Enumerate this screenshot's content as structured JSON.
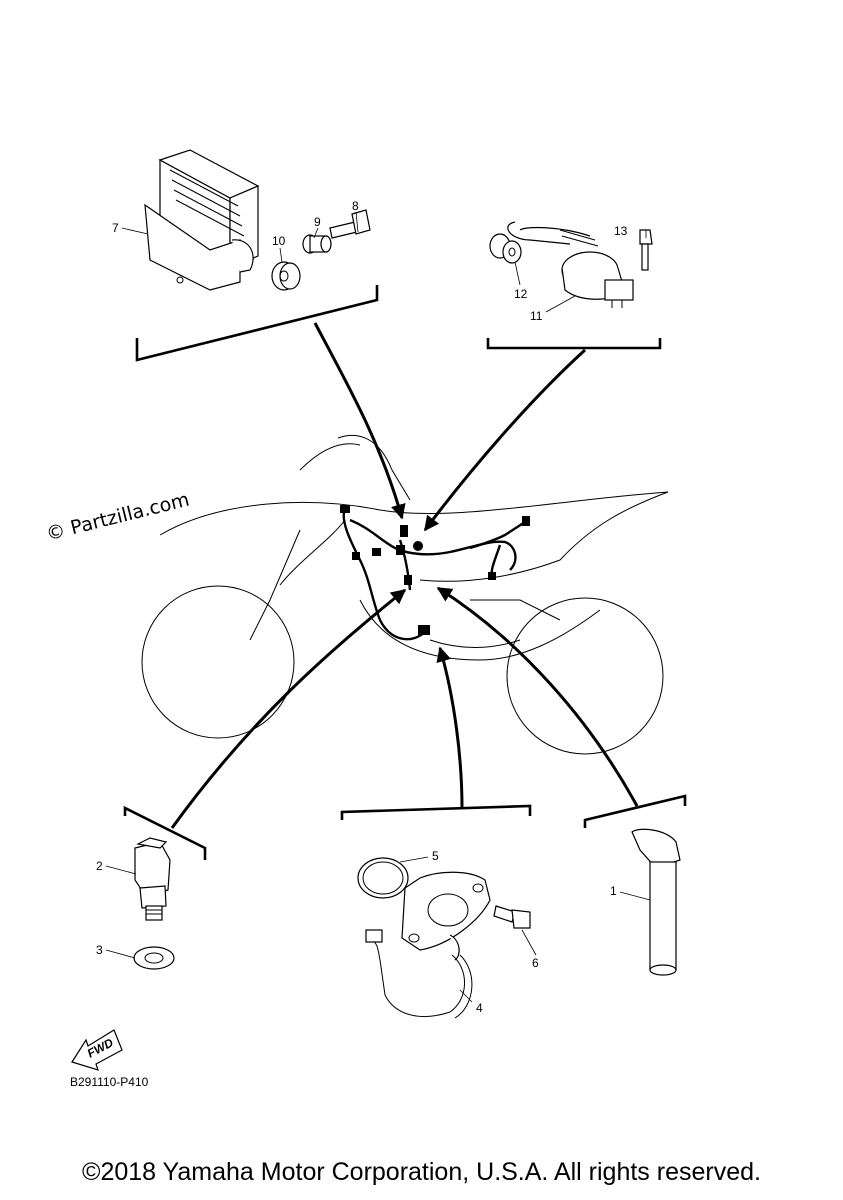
{
  "diagram": {
    "code": "B291110-P410",
    "watermark": "© Partzilla.com",
    "copyright": "©2018 Yamaha Motor Corporation, U.S.A. All rights reserved.",
    "fwd_label": "FWD",
    "callouts": {
      "p1": "1",
      "p2": "2",
      "p3": "3",
      "p4": "4",
      "p5": "5",
      "p6": "6",
      "p7": "7",
      "p8": "8",
      "p9": "9",
      "p10": "10",
      "p11": "11",
      "p12": "12",
      "p13": "13"
    }
  }
}
